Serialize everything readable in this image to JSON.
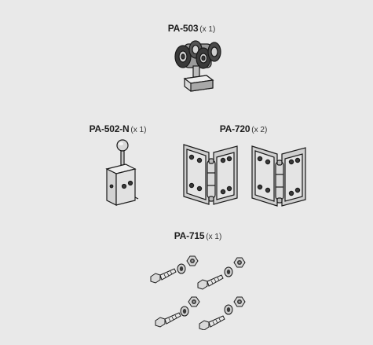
{
  "parts": [
    {
      "code": "PA-503",
      "qty": "(x 1)",
      "icon": "roller-carriage-icon"
    },
    {
      "code": "PA-502-N",
      "qty": "(x 1)",
      "icon": "door-stop-block-icon"
    },
    {
      "code": "PA-720",
      "qty": "(x 2)",
      "icon": "hinge-plate-icon"
    },
    {
      "code": "PA-715",
      "qty": "(x 1)",
      "icon": "bolt-nut-washer-set-icon"
    }
  ],
  "colors": {
    "panel_bg": "#e9e9e9",
    "metal_light": "#d9d9d9",
    "metal_mid": "#a8a8a8",
    "metal_dark": "#3a3a3a",
    "stroke": "#1a1a1a"
  }
}
